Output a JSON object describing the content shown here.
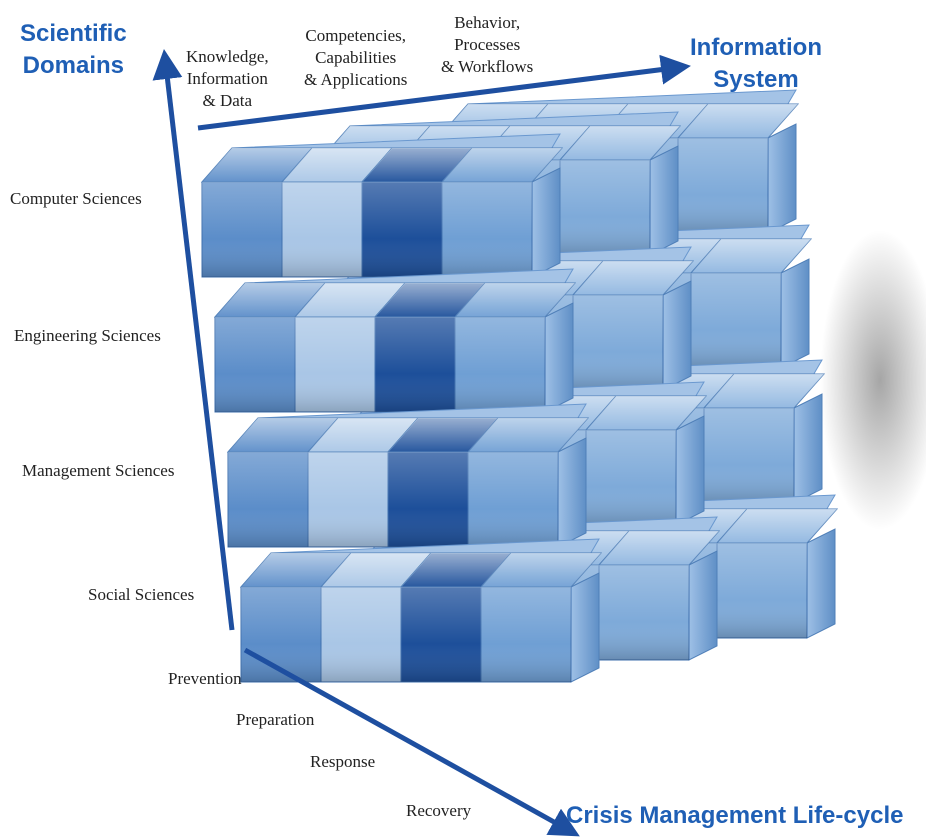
{
  "axes": {
    "vertical_title": [
      "Scientific",
      "Domains"
    ],
    "depth_title": [
      "Information",
      "System"
    ],
    "horizontal_title": "Crisis Management Life-cycle"
  },
  "domains": [
    "Computer Sciences",
    "Engineering Sciences",
    "Management Sciences",
    "Social Sciences"
  ],
  "information_system_layers": [
    [
      "Knowledge,",
      "Information",
      "& Data"
    ],
    [
      "Competencies,",
      "Capabilities",
      "& Applications"
    ],
    [
      "Behavior,",
      "Processes",
      "& Workflows"
    ]
  ],
  "lifecycle_phases": [
    "Prevention",
    "Preparation",
    "Response",
    "Recovery"
  ],
  "colors": {
    "accent": "#1f5fb5",
    "axis_arrow": "#1e4fa0",
    "cube_light": "#a9c6e6",
    "cube_mid": "#5b8dc9",
    "cube_dark": "#1d4f9a"
  }
}
